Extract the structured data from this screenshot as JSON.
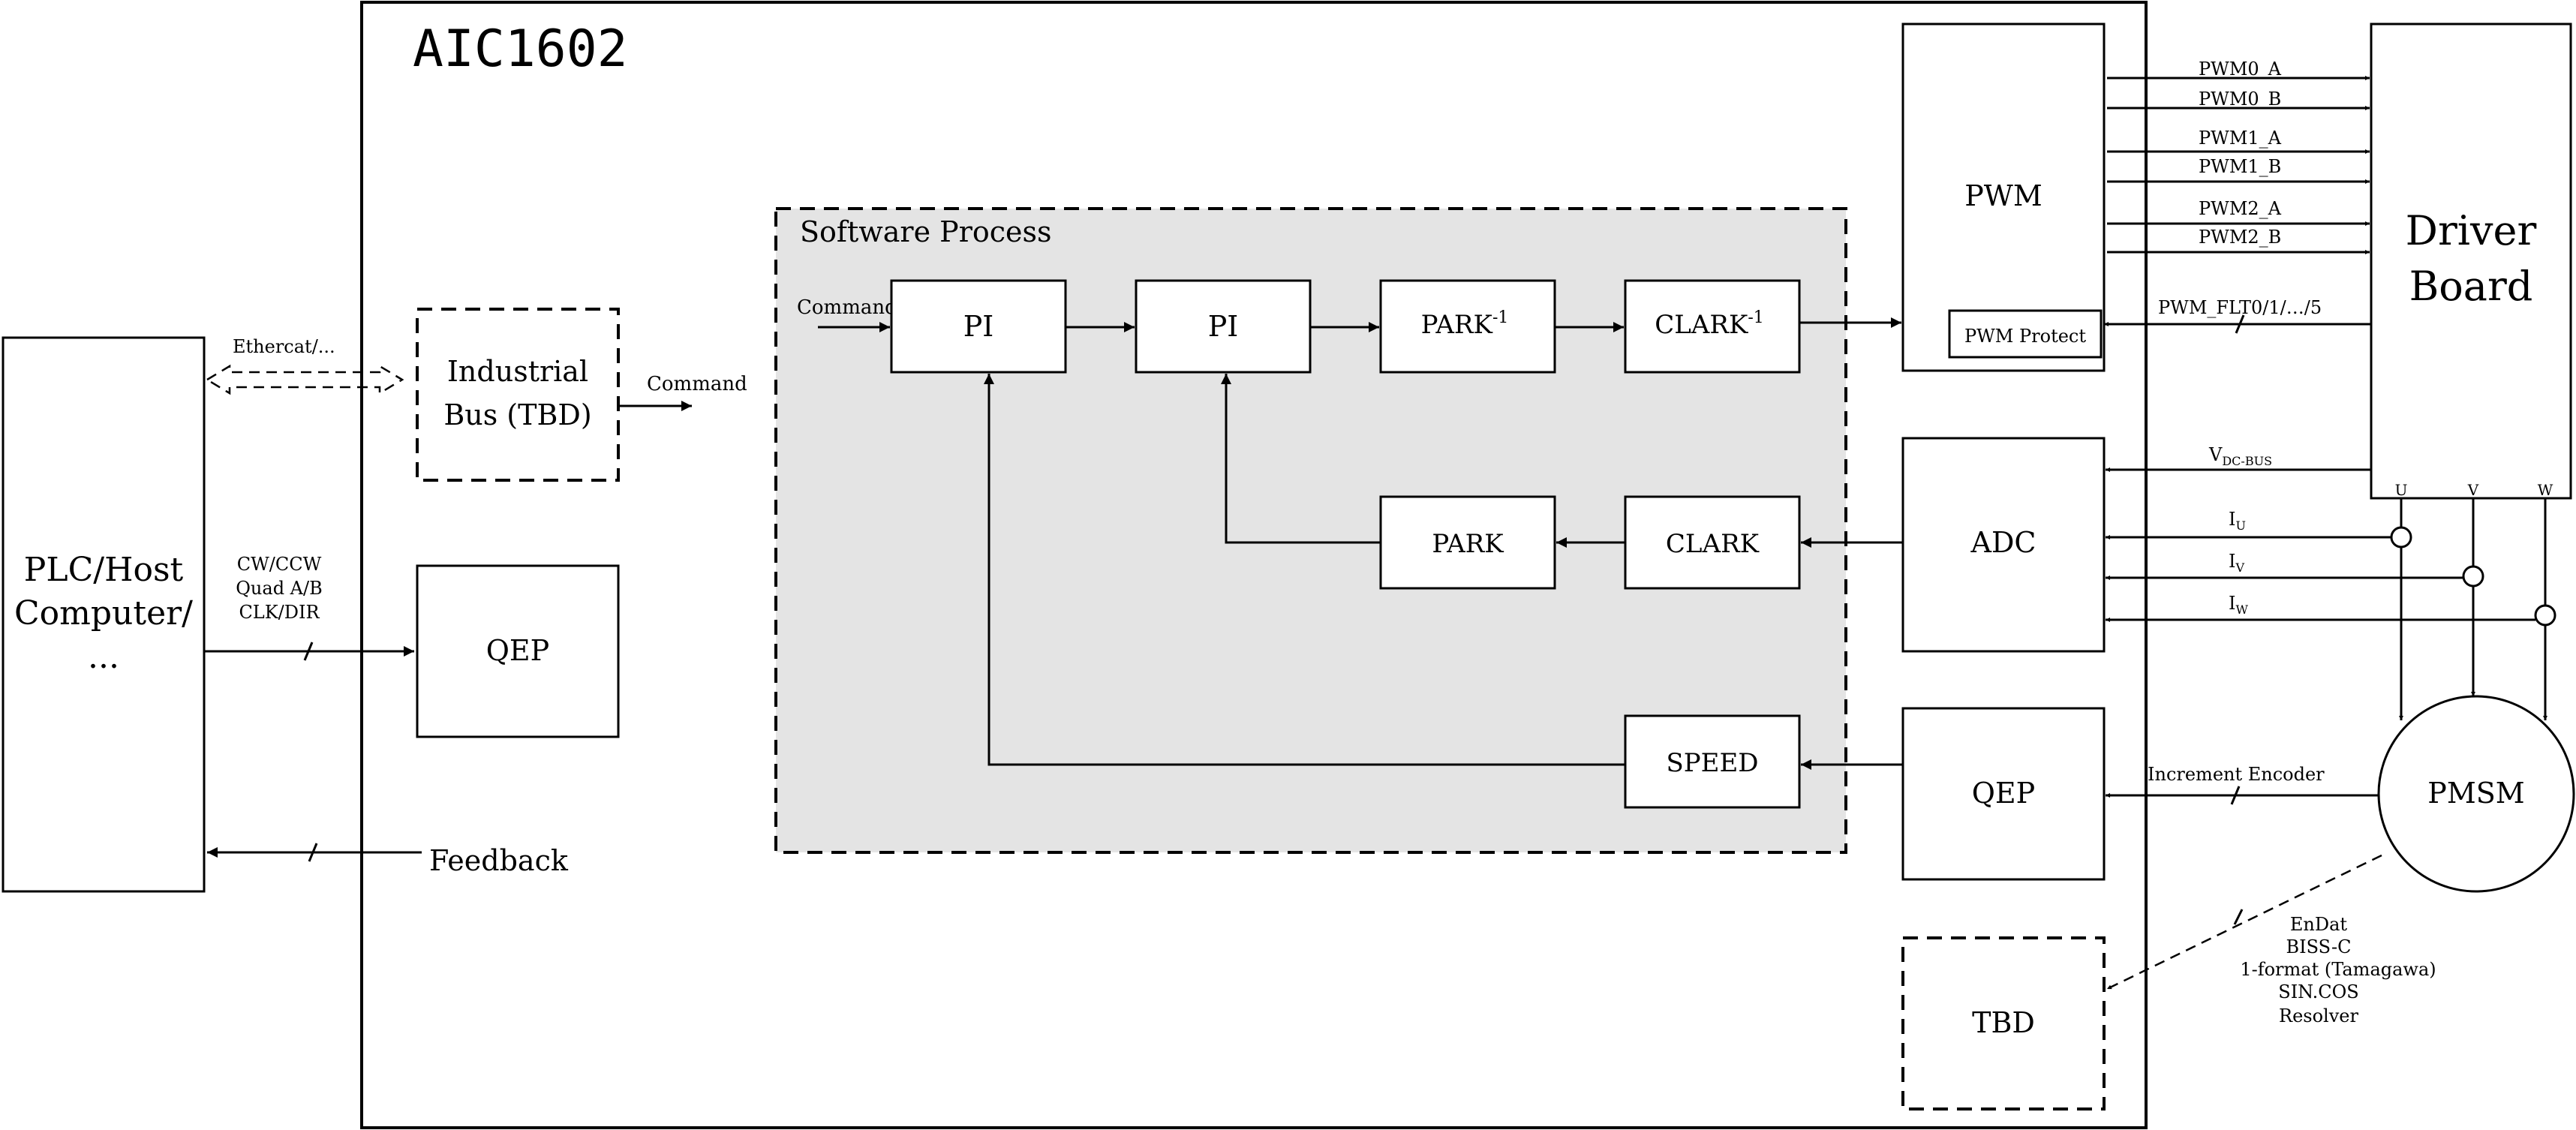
{
  "chip_title": "AIC1602",
  "host": {
    "line1": "PLC/Host",
    "line2": "Computer/",
    "line3": "..."
  },
  "ethercat_label": "Ethercat/...",
  "industrial_bus": {
    "line1": "Industrial",
    "line2": "Bus (TBD)"
  },
  "industrial_command": "Command",
  "host_signals": [
    "CW/CCW",
    "Quad A/B",
    "CLK/DIR"
  ],
  "qep_left": "QEP",
  "feedback": "Feedback",
  "software_process": {
    "title": "Software Process",
    "command": "Command",
    "pi1": "PI",
    "pi2": "PI",
    "park_inv": "PARK",
    "clark_inv": "CLARK",
    "inv_sup": "-1",
    "park": "PARK",
    "clark": "CLARK",
    "speed": "SPEED"
  },
  "pwm": {
    "title": "PWM",
    "protect": "PWM Protect"
  },
  "adc": "ADC",
  "qep_right": "QEP",
  "tbd": "TBD",
  "pwm_signals": [
    "PWM0_A",
    "PWM0_B",
    "PWM1_A",
    "PWM1_B",
    "PWM2_A",
    "PWM2_B"
  ],
  "pwm_fault": "PWM_FLT0/1/…/5",
  "vdc": {
    "base": "V",
    "sub": "DC-BUS"
  },
  "currents": [
    {
      "base": "I",
      "sub": "U"
    },
    {
      "base": "I",
      "sub": "V"
    },
    {
      "base": "I",
      "sub": "W"
    }
  ],
  "driver_board": {
    "line1": "Driver",
    "line2": "Board"
  },
  "phases": [
    "U",
    "V",
    "W"
  ],
  "pmsm": "PMSM",
  "increment_encoder": "Increment Encoder",
  "encoder_protocols": [
    "EnDat",
    "BISS-C",
    "1-format (Tamagawa)",
    "SIN.COS",
    "Resolver"
  ]
}
